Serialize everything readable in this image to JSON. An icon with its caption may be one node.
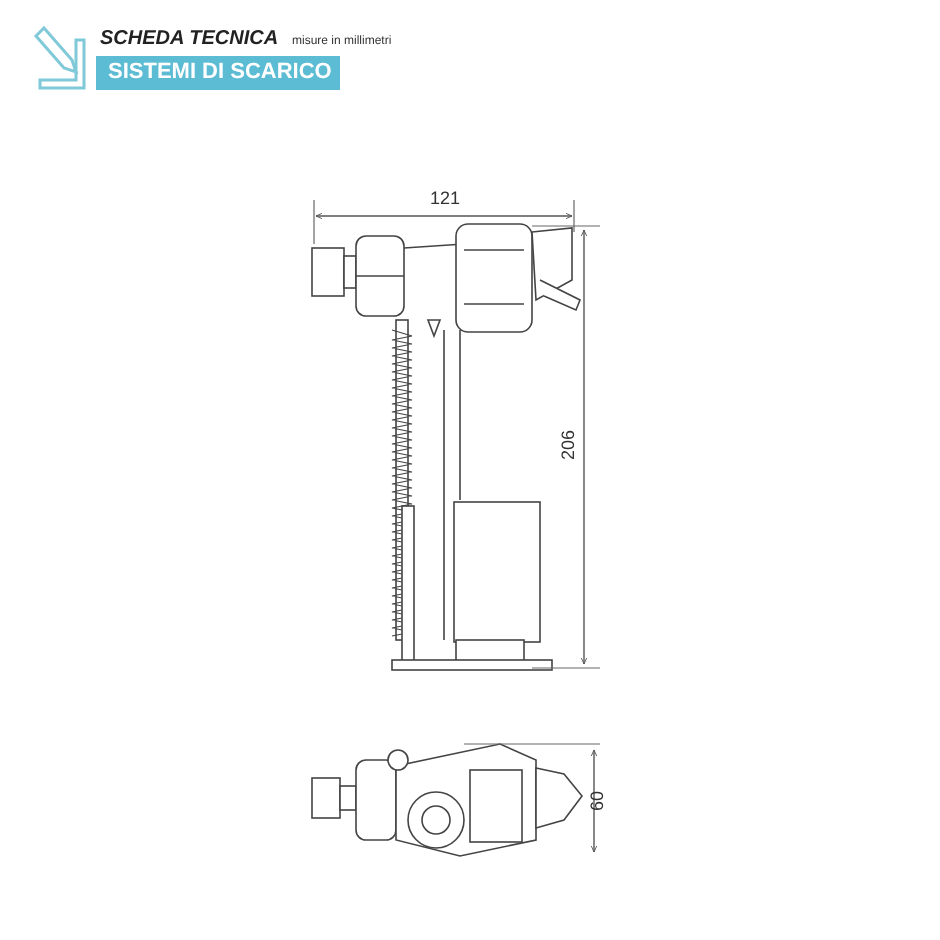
{
  "diagram": {
    "labels": [
      "SCHEDA TECNICA",
      "misure in millimetri",
      "SISTEMI DI SCARICO",
      "121",
      "206",
      "60"
    ]
  }
}
